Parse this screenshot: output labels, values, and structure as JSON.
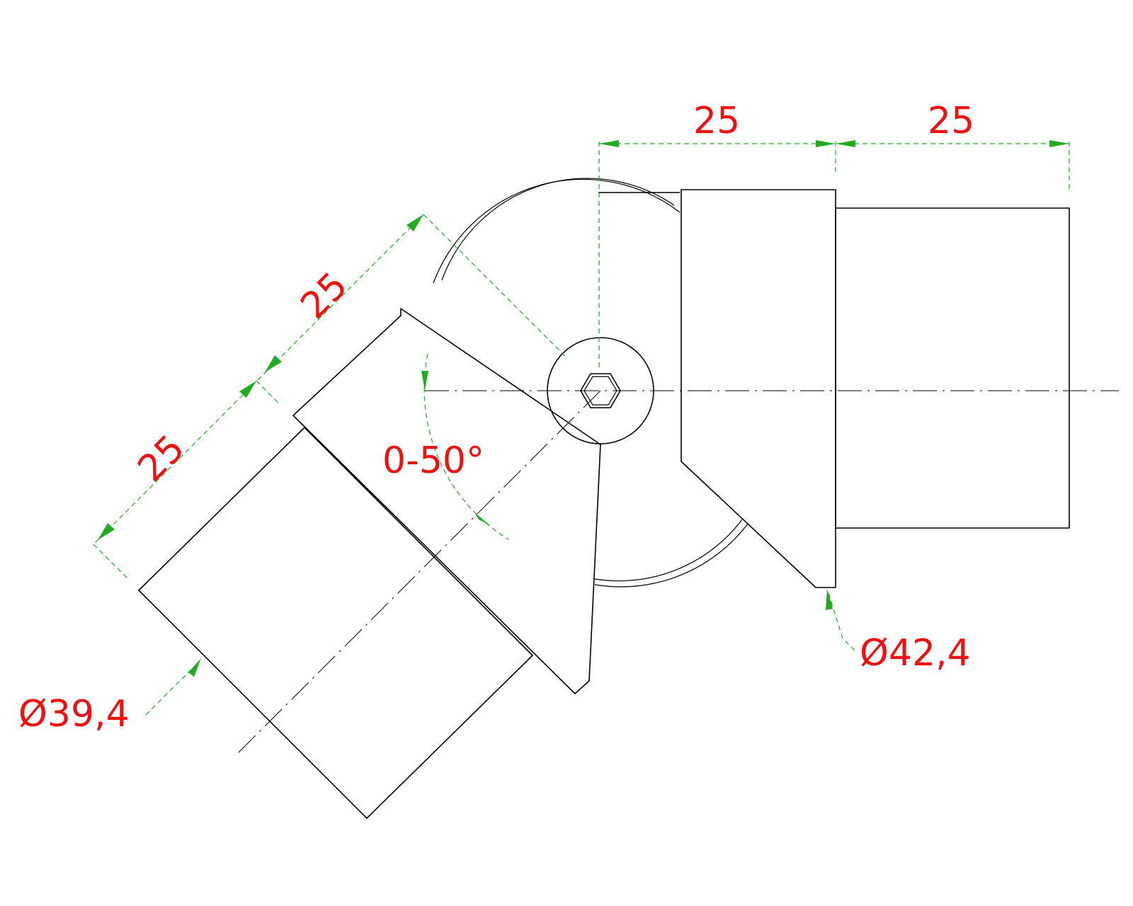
{
  "dimensions": {
    "top_left_length": "25",
    "top_right_length": "25",
    "upper_diagonal_length": "25",
    "lower_diagonal_length": "25",
    "angle_range": "0-50°",
    "large_diameter": "Ø42,4",
    "small_diameter": "Ø39,4"
  },
  "colors": {
    "outline": "#000000",
    "dimension_line": "#22aa22",
    "dimension_text": "#ee1111"
  }
}
